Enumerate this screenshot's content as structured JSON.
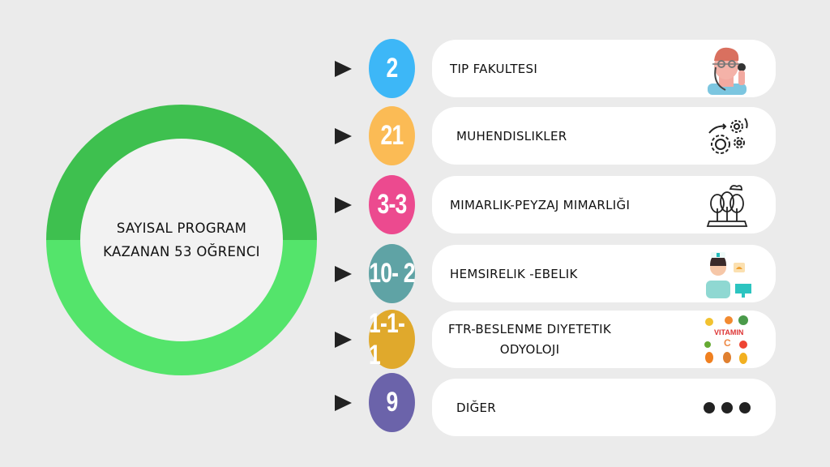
{
  "center": {
    "line1": "SAYISAL PROGRAM",
    "line2": "KAZANAN 53 OĞRENCI",
    "color_top": "#3ec04f",
    "color_bottom": "#54e46b"
  },
  "rows": [
    {
      "number": "2",
      "label": "TIP FAKULTESI",
      "color": "#3db7f7",
      "icon": "doctor-icon"
    },
    {
      "number": "21",
      "label": "MUHENDISLIKLER",
      "color": "#fbbb55",
      "icon": "gears-icon"
    },
    {
      "number": "3-3",
      "label": "MIMARLIK-PEYZAJ MIMARLIĞI",
      "color": "#ec4a8f",
      "icon": "trees-icon"
    },
    {
      "number": "10- 2",
      "label": "HEMSIRELIK -EBELIK",
      "color": "#5fa3a5",
      "icon": "nurse-icon"
    },
    {
      "number": "1-1-1",
      "label_line1": "FTR-BESLENME DIYETETIK",
      "label_line2": "ODYOLOJI",
      "color": "#e0a92c",
      "icon": "vitamin-food-icon",
      "icon_text": "VITAMIN C"
    },
    {
      "number": "9",
      "label": "DIĞER",
      "color": "#6b63aa",
      "icon": "more-dots-icon"
    }
  ]
}
